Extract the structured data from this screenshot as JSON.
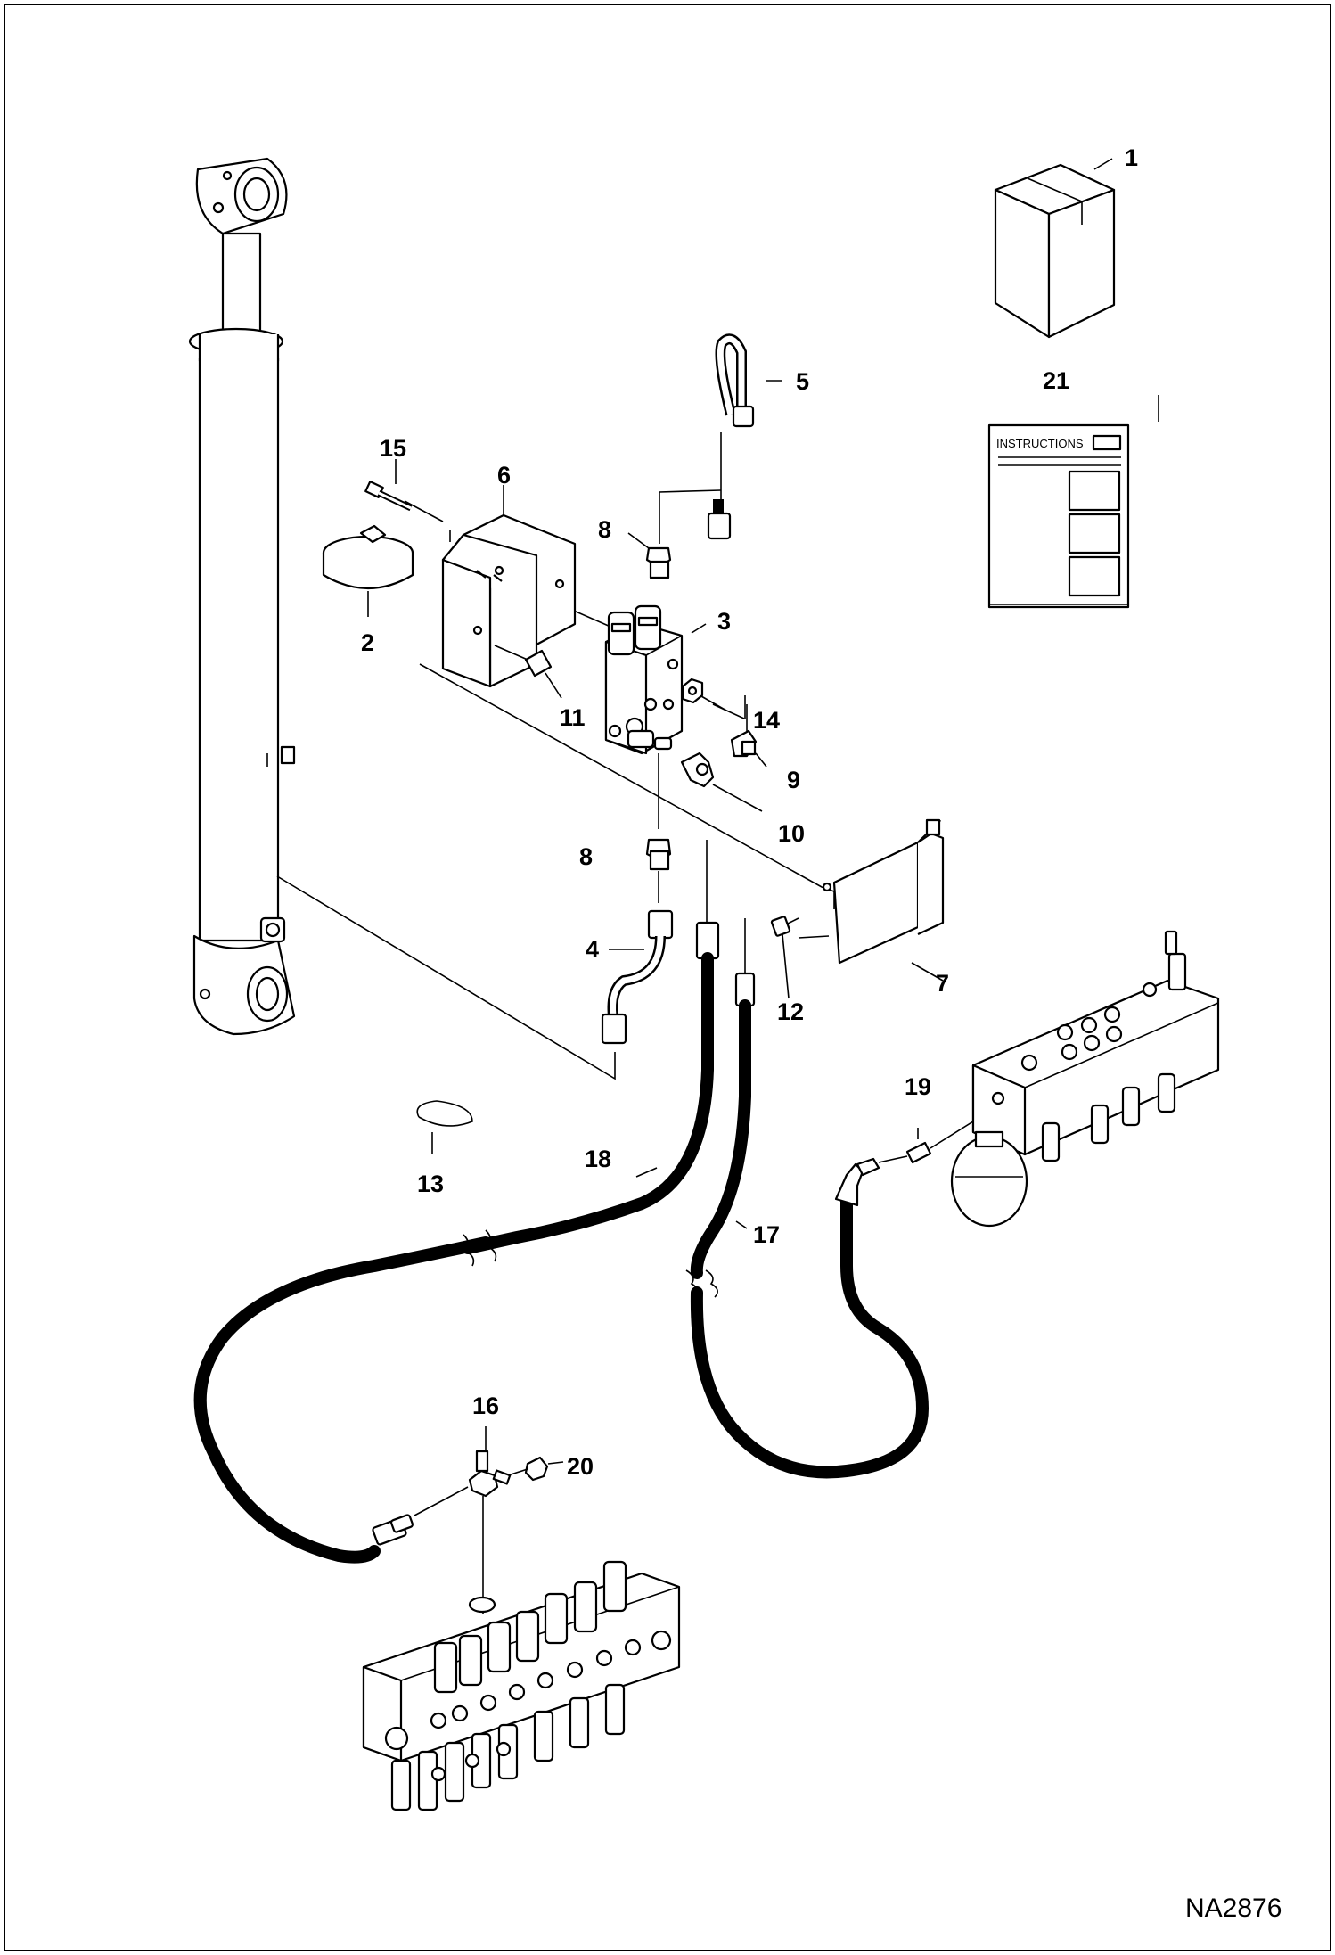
{
  "figure": {
    "reference_code": "NA2876",
    "instruction_sheet_title": "INSTRUCTIONS"
  },
  "callouts": [
    "1",
    "2",
    "3",
    "4",
    "5",
    "6",
    "7",
    "8",
    "8",
    "9",
    "10",
    "11",
    "12",
    "13",
    "14",
    "15",
    "16",
    "17",
    "18",
    "19",
    "20",
    "21"
  ]
}
